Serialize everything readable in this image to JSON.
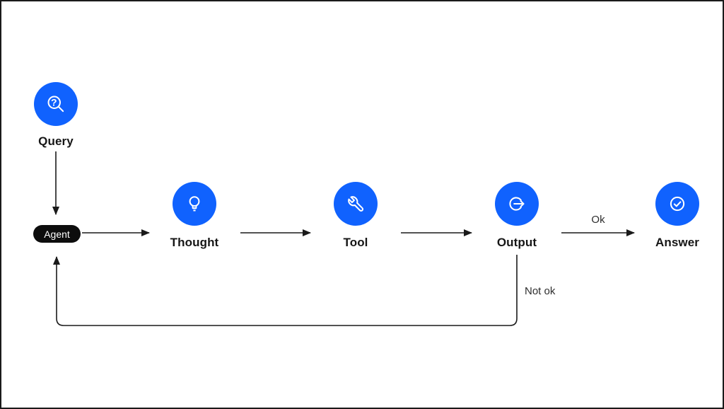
{
  "diagram": {
    "background": "#ffffff",
    "frame_border_color": "#1a1a1a",
    "accent_blue": "#1062fe",
    "icon_stroke": "#ffffff",
    "arrow_color": "#1a1a1a",
    "label_color": "#161616",
    "nodes": [
      {
        "id": "query",
        "label": "Query",
        "icon": "search-question-icon",
        "shape": "circle"
      },
      {
        "id": "agent",
        "label": "Agent",
        "icon": null,
        "shape": "pill"
      },
      {
        "id": "thought",
        "label": "Thought",
        "icon": "lightbulb-icon",
        "shape": "circle"
      },
      {
        "id": "tool",
        "label": "Tool",
        "icon": "wrench-icon",
        "shape": "circle"
      },
      {
        "id": "output",
        "label": "Output",
        "icon": "export-arrow-icon",
        "shape": "circle"
      },
      {
        "id": "answer",
        "label": "Answer",
        "icon": "check-circle-icon",
        "shape": "circle"
      }
    ],
    "edges": [
      {
        "from": "query",
        "to": "agent",
        "label": ""
      },
      {
        "from": "agent",
        "to": "thought",
        "label": ""
      },
      {
        "from": "thought",
        "to": "tool",
        "label": ""
      },
      {
        "from": "tool",
        "to": "output",
        "label": ""
      },
      {
        "from": "output",
        "to": "answer",
        "label": "Ok"
      },
      {
        "from": "output",
        "to": "agent",
        "label": "Not ok"
      }
    ]
  }
}
